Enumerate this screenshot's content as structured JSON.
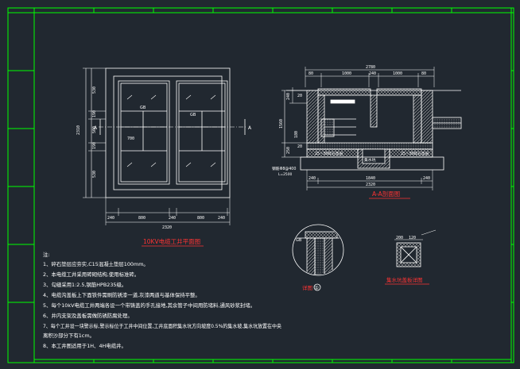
{
  "drawing": {
    "colors": {
      "background": "#212830",
      "border": "#00ff00",
      "lines": "#ffffff",
      "titles": "#ff3333",
      "hatch": "#cccccc"
    },
    "plan_view": {
      "title": "10KV电缆工井平面图",
      "section_marks": [
        "A",
        "A"
      ],
      "cover_labels": [
        "GB",
        "GB"
      ],
      "inner_dim": "700",
      "vertical_dims": [
        "2310",
        "530",
        "190",
        "500",
        "190",
        "530"
      ],
      "bottom_dims": [
        "240",
        "800",
        "240",
        "800",
        "240"
      ],
      "bottom_total": "2320"
    },
    "section_view": {
      "title": "A-A剖面图",
      "top_total": "2780",
      "top_dims": [
        "80",
        "1000",
        "240",
        "1000",
        "80"
      ],
      "left_dims": [
        "1560",
        "240",
        "250"
      ],
      "left_small": [
        "20",
        "180",
        "20"
      ],
      "gravel_labels": [
        "25~38碎石垫层",
        "25~38碎石垫层"
      ],
      "sump_label": "集水坑",
      "rebar_label": "钢筋Φ8@400",
      "rebar_sub": "L=2500",
      "bottom_dims": [
        "240",
        "1840",
        "240"
      ],
      "bottom_total": "2320"
    },
    "detail_big": {
      "title": "详图",
      "cover_label": "GB",
      "marker": "①"
    },
    "detail_sump": {
      "title": "集水坑盖板详图",
      "dims": [
        "200",
        "120"
      ]
    },
    "notes": {
      "heading": "注:",
      "items": [
        "1、碎石垫层应夯实,C15混凝土垫层100mm。",
        "2、本电缆工井采用砖砌结构,使用标准砖。",
        "3、勾缝采用1:2.5,钢筋HPB235级。",
        "4、电缆沟盖板上下面铁件需刷防锈漆一道,灰漆两道与基体保持平整。",
        "5、每个10kV电缆工井两端各设一个带铸盖的手孔接地,其余管子中间用防堵料,通风砂浆封堵。",
        "6、井内支架及盖板需做防锈防腐处理。",
        "7、每个工井设一块警示标,警示标位于工井中间位置,工井底面积集水坑方向坡度0.5%的集水坡,集水坑放置在中央",
        "   离积沙部分下有1cm。",
        "8、本工井图适用于1H、4H电缆井。"
      ]
    }
  }
}
